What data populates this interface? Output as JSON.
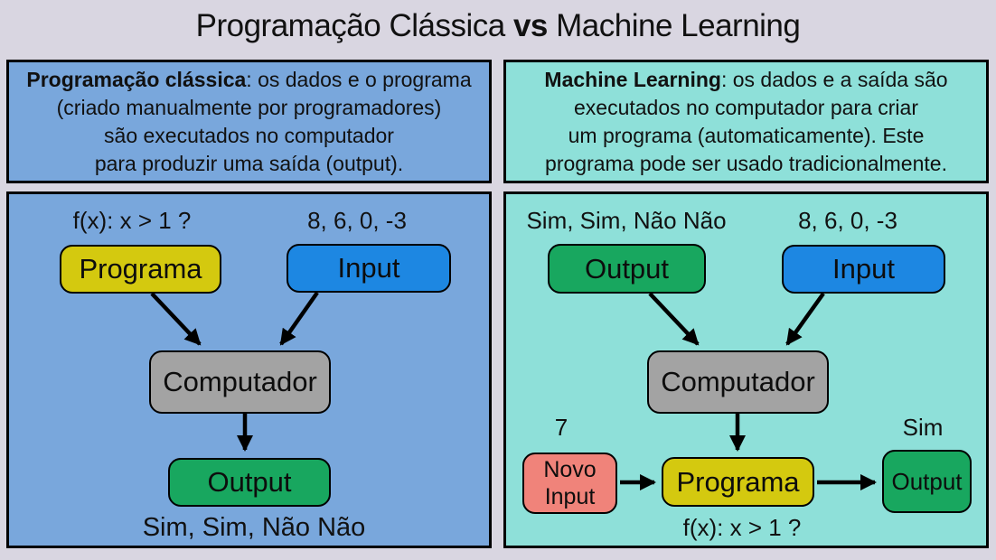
{
  "title": {
    "prefix": "Programação Clássica",
    "vs": "vs",
    "suffix": "Machine Learning"
  },
  "colors": {
    "page_bg": "#d9d6e1",
    "classic_bg": "#79a7dc",
    "ml_bg": "#8ee0d9",
    "program_fill": "#d4c90f",
    "input_fill": "#1d87e2",
    "output_fill": "#18a75f",
    "computer_fill": "#a3a3a3",
    "novo_input_fill": "#f0837a",
    "stroke": "#000000",
    "text": "#111111"
  },
  "classic": {
    "description": {
      "bold": "Programação clássica",
      "line1_rest": ": os dados e o programa",
      "line2": "(criado manualmente por programadores)",
      "line3": "são executados no computador",
      "line4": "para produzir uma saída (output)."
    },
    "annotations": {
      "program": "f(x): x > 1 ?",
      "input": "8, 6, 0, -3",
      "output": "Sim, Sim, Não Não"
    },
    "nodes": {
      "program": "Programa",
      "input": "Input",
      "computer": "Computador",
      "output": "Output"
    }
  },
  "ml": {
    "description": {
      "bold": "Machine Learning",
      "line1_rest": ": os dados e a saída são",
      "line2": "executados no computador para criar",
      "line3": "um programa (automaticamente). Este",
      "line4": "programa pode ser usado tradicionalmente."
    },
    "annotations": {
      "output": "Sim, Sim, Não Não",
      "input": "8, 6, 0, -3",
      "novo_input": "7",
      "final_output": "Sim",
      "program": "f(x): x > 1 ?"
    },
    "nodes": {
      "output": "Output",
      "input": "Input",
      "computer": "Computador",
      "novo_input_line1": "Novo",
      "novo_input_line2": "Input",
      "program": "Programa",
      "final_output": "Output"
    }
  }
}
